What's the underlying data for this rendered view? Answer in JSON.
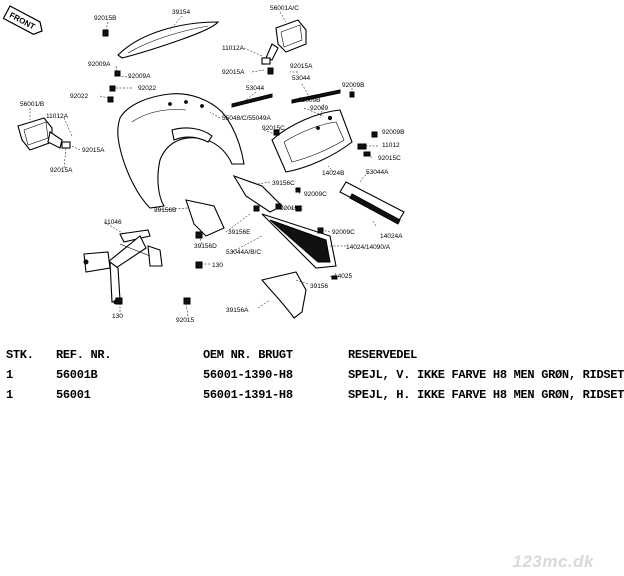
{
  "diagram": {
    "front_badge": "FRONT",
    "labels": [
      "92015B",
      "39154",
      "56001A/C",
      "11012A",
      "92015A",
      "92015A",
      "53044",
      "53044",
      "92009A",
      "92009A",
      "92022",
      "92022",
      "56001/B",
      "11012A",
      "92015A",
      "92015A",
      "55048/C/55049A",
      "92009B",
      "92009",
      "92009B",
      "92015C",
      "92009B",
      "11012",
      "92015C",
      "14024B",
      "53044A",
      "39156C",
      "92009C",
      "92015C",
      "11046",
      "39156B",
      "39156E",
      "92009C",
      "14024A",
      "53044A/B/C",
      "14024/14090/A",
      "39156D",
      "130",
      "14025",
      "39156",
      "130",
      "92015",
      "39156A"
    ]
  },
  "table": {
    "headers": {
      "stk": "STK.",
      "ref": "REF. NR.",
      "oem": "OEM NR. BRUGT",
      "reserve": "RESERVEDEL"
    },
    "rows": [
      {
        "stk": "1",
        "ref": "56001B",
        "oem": "56001-1390-H8",
        "reserve": "SPEJL, V. IKKE FARVE H8 MEN GRØN, RIDSET"
      },
      {
        "stk": "1",
        "ref": "56001",
        "oem": "56001-1391-H8",
        "reserve": "SPEJL, H. IKKE FARVE H8 MEN GRØN, RIDSET"
      }
    ]
  },
  "watermark": "123mc.dk"
}
